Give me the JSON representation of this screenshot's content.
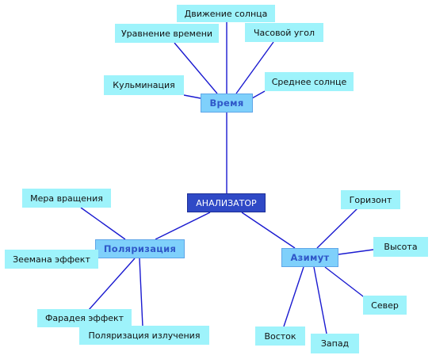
{
  "root": {
    "label": "АНАЛИЗАТОР"
  },
  "hubs": {
    "time": {
      "label": "Время"
    },
    "polarization": {
      "label": "Поляризация"
    },
    "azimuth": {
      "label": "Азимут"
    }
  },
  "leaves": {
    "sun_motion": {
      "label": "Движение солнца"
    },
    "time_equation": {
      "label": "Уравнение времени"
    },
    "hour_angle": {
      "label": "Часовой угол"
    },
    "culmination": {
      "label": "Кульминация"
    },
    "mean_sun": {
      "label": "Среднее солнце"
    },
    "rotation_measure": {
      "label": "Мера вращения"
    },
    "zeeman": {
      "label": "Зеемана эффект"
    },
    "faraday": {
      "label": "Фарадея эффект"
    },
    "radiation_pol": {
      "label": "Поляризация излучения"
    },
    "horizon": {
      "label": "Горизонт"
    },
    "altitude": {
      "label": "Высота"
    },
    "north": {
      "label": "Север"
    },
    "east": {
      "label": "Восток"
    },
    "west": {
      "label": "Запад"
    }
  },
  "colors": {
    "root_fill": "#2f49c6",
    "hub_fill": "#7fd0fb",
    "hub_text": "#2f57c8",
    "leaf_fill": "#9ef3fb",
    "edge": "#1a1ad0"
  }
}
